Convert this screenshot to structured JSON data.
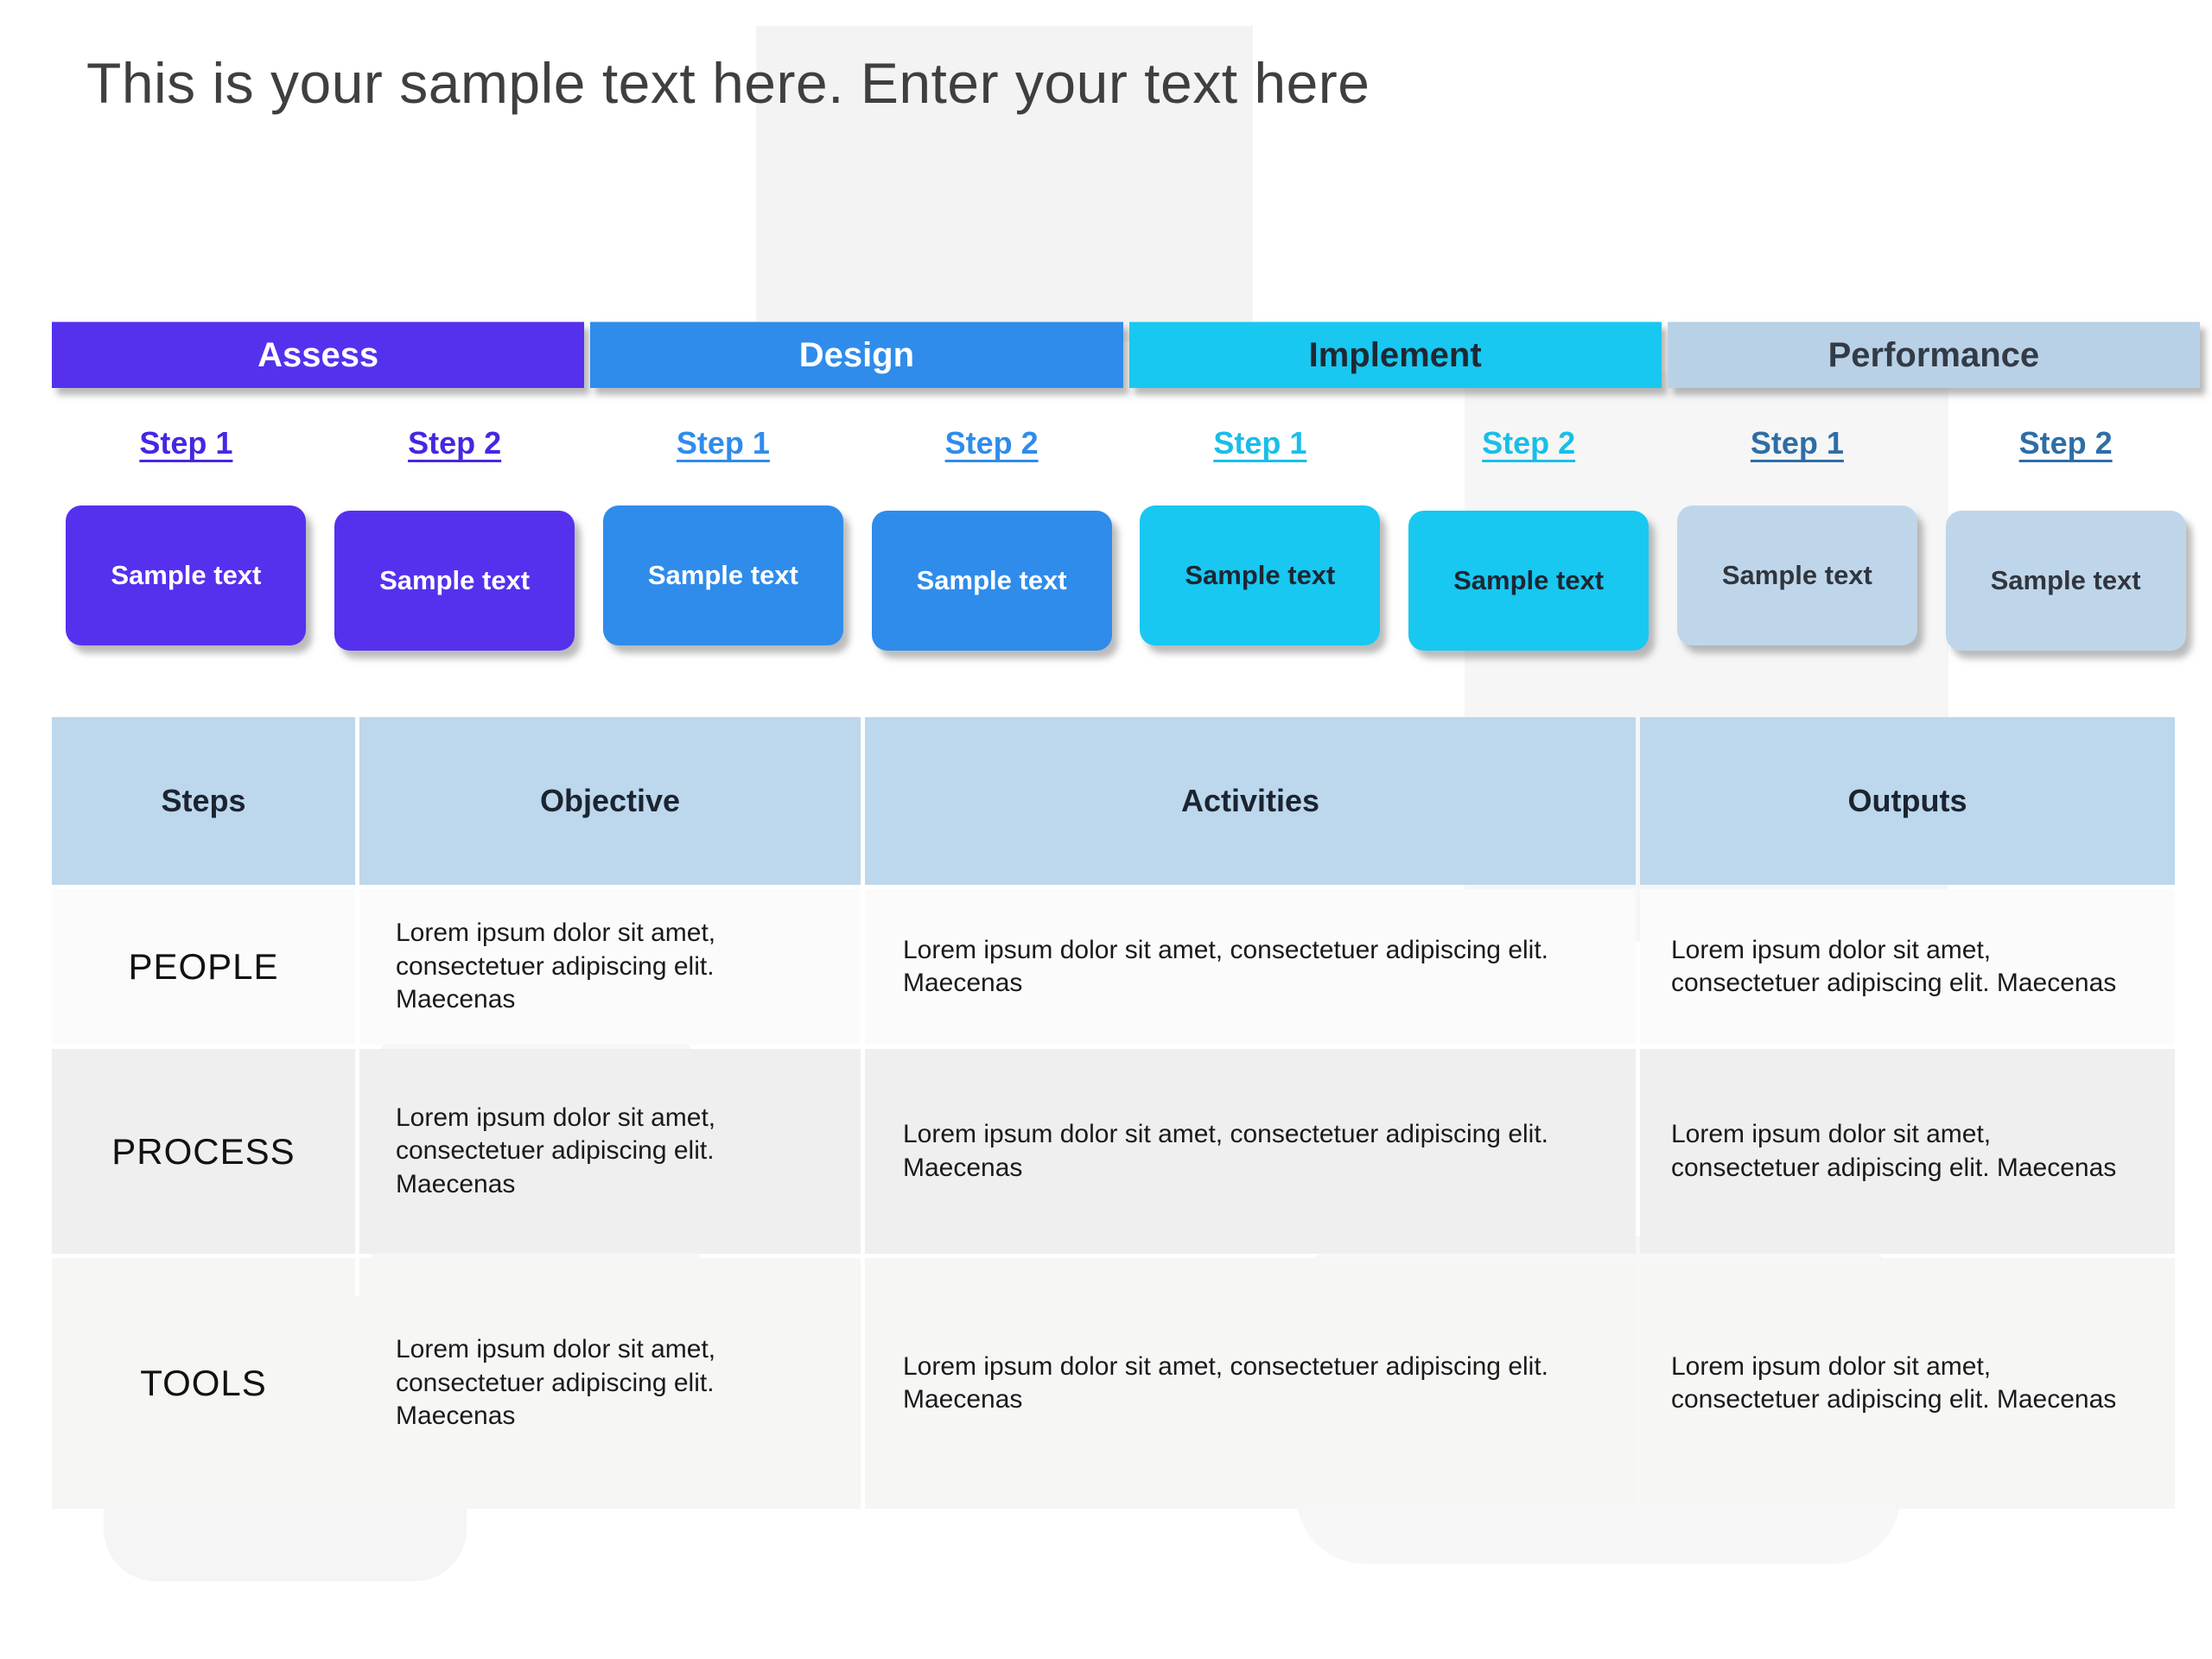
{
  "title": "This is your sample text here. Enter your text here",
  "phases": [
    {
      "label": "Assess",
      "color": "#5531ee",
      "text_color": "#ffffff",
      "link_color": "#4428e2",
      "steps": [
        {
          "label": "Step 1",
          "box": "Sample text"
        },
        {
          "label": "Step 2",
          "box": "Sample text"
        }
      ]
    },
    {
      "label": "Design",
      "color": "#2f8ceb",
      "text_color": "#ffffff",
      "link_color": "#2f8ceb",
      "steps": [
        {
          "label": "Step 1",
          "box": "Sample text"
        },
        {
          "label": "Step 2",
          "box": "Sample text"
        }
      ]
    },
    {
      "label": "Implement",
      "color": "#18c8f1",
      "text_color": "#1f2933",
      "link_color": "#19bee8",
      "steps": [
        {
          "label": "Step 1",
          "box": "Sample text"
        },
        {
          "label": "Step 2",
          "box": "Sample text"
        }
      ]
    },
    {
      "label": "Performance",
      "color": "#b9d1e7",
      "text_color": "#333b46",
      "link_color": "#2e6da6",
      "steps": [
        {
          "label": "Step 1",
          "box": "Sample text"
        },
        {
          "label": "Step 2",
          "box": "Sample text"
        }
      ]
    }
  ],
  "table": {
    "header_bg": "#bdd7ec",
    "headers": [
      "Steps",
      "Objective",
      "Activities",
      "Outputs"
    ],
    "rows": [
      {
        "label": "PEOPLE",
        "objective": "Lorem ipsum dolor sit amet,\nconsectetuer adipiscing elit.\nMaecenas",
        "activities": "Lorem ipsum dolor sit amet, consectetuer adipiscing elit.\nMaecenas",
        "outputs": "Lorem ipsum dolor sit amet,\nconsectetuer adipiscing elit. Maecenas"
      },
      {
        "label": "PROCESS",
        "objective": "Lorem ipsum dolor sit amet,\nconsectetuer adipiscing elit.\nMaecenas",
        "activities": "Lorem ipsum dolor sit amet, consectetuer adipiscing elit.\nMaecenas",
        "outputs": "Lorem ipsum dolor sit amet,\nconsectetuer adipiscing elit. Maecenas"
      },
      {
        "label": "TOOLS",
        "objective": "Lorem ipsum dolor sit amet,\nconsectetuer adipiscing elit.\nMaecenas",
        "activities": "Lorem ipsum dolor sit amet, consectetuer adipiscing elit.\nMaecenas",
        "outputs": "Lorem ipsum dolor sit amet,\nconsectetuer adipiscing elit. Maecenas"
      }
    ]
  }
}
